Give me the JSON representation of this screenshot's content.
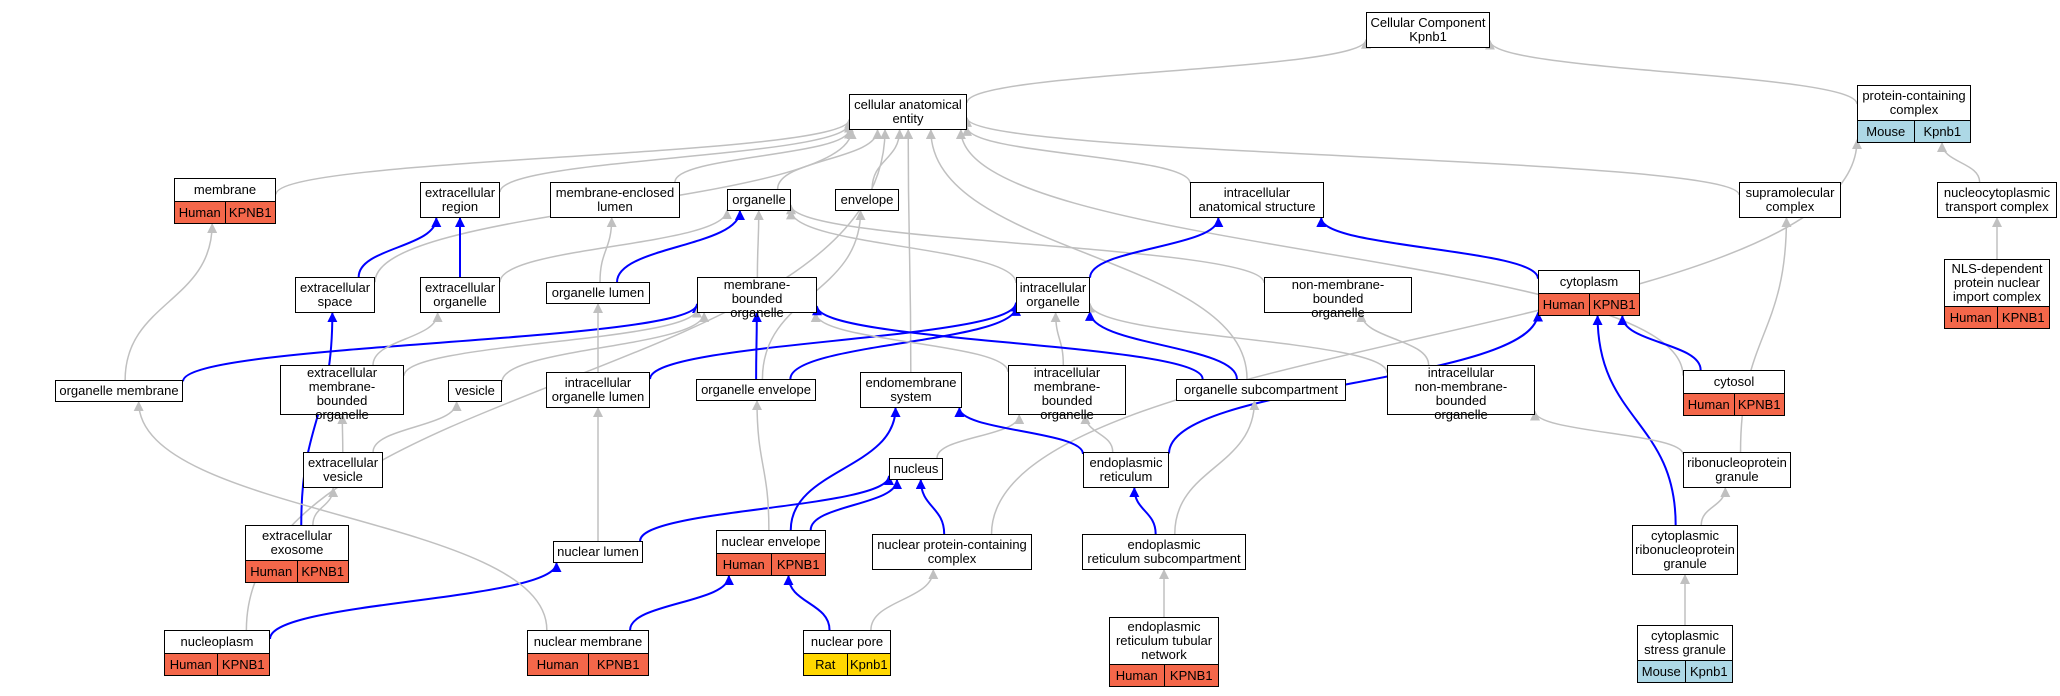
{
  "colors": {
    "is_a_edge": "#c0c0c0",
    "part_of_edge": "#0000ff",
    "human": "#f4674a",
    "mouse": "#add8e6",
    "rat": "#ffd700"
  },
  "nodes": [
    {
      "id": "root",
      "label": "Cellular Component\nKpnb1"
    },
    {
      "id": "cae",
      "label": "cellular anatomical\nentity"
    },
    {
      "id": "pcc",
      "label": "protein-containing\ncomplex",
      "ann": {
        "species": "Mouse",
        "gene": "Kpnb1"
      }
    },
    {
      "id": "membrane",
      "label": "membrane",
      "ann": {
        "species": "Human",
        "gene": "KPNB1"
      }
    },
    {
      "id": "extreg",
      "label": "extracellular\nregion"
    },
    {
      "id": "mel",
      "label": "membrane-enclosed\nlumen"
    },
    {
      "id": "organelle",
      "label": "organelle"
    },
    {
      "id": "envelope",
      "label": "envelope"
    },
    {
      "id": "ias",
      "label": "intracellular\nanatomical structure"
    },
    {
      "id": "supra",
      "label": "supramolecular\ncomplex"
    },
    {
      "id": "ncytc",
      "label": "nucleocytoplasmic\ntransport complex"
    },
    {
      "id": "extspace",
      "label": "extracellular\nspace"
    },
    {
      "id": "extorg",
      "label": "extracellular\norganelle"
    },
    {
      "id": "orglumen",
      "label": "organelle lumen"
    },
    {
      "id": "mbo",
      "label": "membrane-bounded\norganelle"
    },
    {
      "id": "intorg",
      "label": "intracellular\norganelle"
    },
    {
      "id": "nmbo",
      "label": "non-membrane-bounded\norganelle"
    },
    {
      "id": "cytoplasm",
      "label": "cytoplasm",
      "ann": {
        "species": "Human",
        "gene": "KPNB1"
      }
    },
    {
      "id": "nls",
      "label": "NLS-dependent\nprotein nuclear\nimport complex",
      "ann": {
        "species": "Human",
        "gene": "KPNB1"
      }
    },
    {
      "id": "orgmem",
      "label": "organelle membrane"
    },
    {
      "id": "embo",
      "label": "extracellular\nmembrane-bounded\norganelle"
    },
    {
      "id": "vesicle",
      "label": "vesicle"
    },
    {
      "id": "iol",
      "label": "intracellular\norganelle lumen"
    },
    {
      "id": "orgenv",
      "label": "organelle envelope"
    },
    {
      "id": "endosys",
      "label": "endomembrane\nsystem"
    },
    {
      "id": "imbo",
      "label": "intracellular\nmembrane-bounded\norganelle"
    },
    {
      "id": "orgsub",
      "label": "organelle subcompartment"
    },
    {
      "id": "inmbo",
      "label": "intracellular\nnon-membrane-bounded\norganelle"
    },
    {
      "id": "cytosol",
      "label": "cytosol",
      "ann": {
        "species": "Human",
        "gene": "KPNB1"
      }
    },
    {
      "id": "extves",
      "label": "extracellular\nvesicle"
    },
    {
      "id": "nucleus",
      "label": "nucleus"
    },
    {
      "id": "er",
      "label": "endoplasmic\nreticulum"
    },
    {
      "id": "rnpg",
      "label": "ribonucleoprotein\ngranule"
    },
    {
      "id": "exosome",
      "label": "extracellular\nexosome",
      "ann": {
        "species": "Human",
        "gene": "KPNB1"
      }
    },
    {
      "id": "nuclumen",
      "label": "nuclear lumen"
    },
    {
      "id": "nucenv",
      "label": "nuclear envelope",
      "ann": {
        "species": "Human",
        "gene": "KPNB1"
      }
    },
    {
      "id": "npcc",
      "label": "nuclear protein-containing\ncomplex"
    },
    {
      "id": "ersub",
      "label": "endoplasmic\nreticulum subcompartment"
    },
    {
      "id": "crnpg",
      "label": "cytoplasmic\nribonucleoprotein\ngranule"
    },
    {
      "id": "nucleoplasm",
      "label": "nucleoplasm",
      "ann": {
        "species": "Human",
        "gene": "KPNB1"
      }
    },
    {
      "id": "nucmem",
      "label": "nuclear membrane",
      "ann": {
        "species": "Human",
        "gene": "KPNB1"
      }
    },
    {
      "id": "nucpore",
      "label": "nuclear pore",
      "ann": {
        "species": "Rat",
        "gene": "Kpnb1"
      }
    },
    {
      "id": "ertub",
      "label": "endoplasmic\nreticulum tubular\nnetwork",
      "ann": {
        "species": "Human",
        "gene": "KPNB1"
      }
    },
    {
      "id": "stress",
      "label": "cytoplasmic\nstress granule",
      "ann": {
        "species": "Mouse",
        "gene": "Kpnb1"
      }
    }
  ],
  "edges": [
    {
      "from": "cae",
      "to": "root",
      "type": "is_a"
    },
    {
      "from": "pcc",
      "to": "root",
      "type": "is_a"
    },
    {
      "from": "membrane",
      "to": "cae",
      "type": "is_a"
    },
    {
      "from": "extreg",
      "to": "cae",
      "type": "is_a"
    },
    {
      "from": "mel",
      "to": "cae",
      "type": "is_a"
    },
    {
      "from": "organelle",
      "to": "cae",
      "type": "is_a"
    },
    {
      "from": "envelope",
      "to": "cae",
      "type": "is_a"
    },
    {
      "from": "ias",
      "to": "cae",
      "type": "is_a"
    },
    {
      "from": "supra",
      "to": "cae",
      "type": "is_a"
    },
    {
      "from": "extspace",
      "to": "cae",
      "type": "is_a"
    },
    {
      "from": "endosys",
      "to": "cae",
      "type": "is_a"
    },
    {
      "from": "orgsub",
      "to": "cae",
      "type": "is_a"
    },
    {
      "from": "cytosol",
      "to": "cae",
      "type": "is_a"
    },
    {
      "from": "nucleoplasm",
      "to": "cae",
      "type": "is_a"
    },
    {
      "from": "ncytc",
      "to": "pcc",
      "type": "is_a"
    },
    {
      "from": "npcc",
      "to": "pcc",
      "type": "is_a"
    },
    {
      "from": "nls",
      "to": "ncytc",
      "type": "is_a"
    },
    {
      "from": "extspace",
      "to": "extreg",
      "type": "part_of"
    },
    {
      "from": "extorg",
      "to": "extreg",
      "type": "part_of"
    },
    {
      "from": "extorg",
      "to": "organelle",
      "type": "is_a"
    },
    {
      "from": "orglumen",
      "to": "mel",
      "type": "is_a"
    },
    {
      "from": "orglumen",
      "to": "organelle",
      "type": "part_of"
    },
    {
      "from": "mbo",
      "to": "organelle",
      "type": "is_a"
    },
    {
      "from": "intorg",
      "to": "organelle",
      "type": "is_a"
    },
    {
      "from": "nmbo",
      "to": "organelle",
      "type": "is_a"
    },
    {
      "from": "intorg",
      "to": "ias",
      "type": "part_of"
    },
    {
      "from": "cytoplasm",
      "to": "ias",
      "type": "part_of"
    },
    {
      "from": "orgmem",
      "to": "membrane",
      "type": "is_a"
    },
    {
      "from": "orgmem",
      "to": "mbo",
      "type": "part_of"
    },
    {
      "from": "embo",
      "to": "mbo",
      "type": "is_a"
    },
    {
      "from": "embo",
      "to": "extorg",
      "type": "is_a"
    },
    {
      "from": "vesicle",
      "to": "mbo",
      "type": "is_a"
    },
    {
      "from": "iol",
      "to": "orglumen",
      "type": "is_a"
    },
    {
      "from": "iol",
      "to": "intorg",
      "type": "part_of"
    },
    {
      "from": "orgenv",
      "to": "envelope",
      "type": "is_a"
    },
    {
      "from": "orgenv",
      "to": "mbo",
      "type": "part_of"
    },
    {
      "from": "orgenv",
      "to": "intorg",
      "type": "part_of"
    },
    {
      "from": "imbo",
      "to": "mbo",
      "type": "is_a"
    },
    {
      "from": "imbo",
      "to": "intorg",
      "type": "is_a"
    },
    {
      "from": "orgsub",
      "to": "mbo",
      "type": "part_of"
    },
    {
      "from": "orgsub",
      "to": "intorg",
      "type": "part_of"
    },
    {
      "from": "inmbo",
      "to": "intorg",
      "type": "is_a"
    },
    {
      "from": "inmbo",
      "to": "nmbo",
      "type": "is_a"
    },
    {
      "from": "cytosol",
      "to": "cytoplasm",
      "type": "part_of"
    },
    {
      "from": "crnpg",
      "to": "cytoplasm",
      "type": "part_of"
    },
    {
      "from": "er",
      "to": "cytoplasm",
      "type": "part_of"
    },
    {
      "from": "extves",
      "to": "embo",
      "type": "is_a"
    },
    {
      "from": "extves",
      "to": "vesicle",
      "type": "is_a"
    },
    {
      "from": "exosome",
      "to": "extves",
      "type": "is_a"
    },
    {
      "from": "exosome",
      "to": "extspace",
      "type": "part_of"
    },
    {
      "from": "nucleus",
      "to": "imbo",
      "type": "is_a"
    },
    {
      "from": "er",
      "to": "imbo",
      "type": "is_a"
    },
    {
      "from": "er",
      "to": "endosys",
      "type": "part_of"
    },
    {
      "from": "rnpg",
      "to": "supra",
      "type": "is_a"
    },
    {
      "from": "rnpg",
      "to": "inmbo",
      "type": "is_a"
    },
    {
      "from": "nuclumen",
      "to": "iol",
      "type": "is_a"
    },
    {
      "from": "nuclumen",
      "to": "nucleus",
      "type": "part_of"
    },
    {
      "from": "nucenv",
      "to": "orgenv",
      "type": "is_a"
    },
    {
      "from": "nucenv",
      "to": "endosys",
      "type": "part_of"
    },
    {
      "from": "nucenv",
      "to": "nucleus",
      "type": "part_of"
    },
    {
      "from": "npcc",
      "to": "nucleus",
      "type": "part_of"
    },
    {
      "from": "ersub",
      "to": "orgsub",
      "type": "is_a"
    },
    {
      "from": "ersub",
      "to": "er",
      "type": "part_of"
    },
    {
      "from": "crnpg",
      "to": "rnpg",
      "type": "is_a"
    },
    {
      "from": "nucleoplasm",
      "to": "nuclumen",
      "type": "part_of"
    },
    {
      "from": "nucmem",
      "to": "orgmem",
      "type": "is_a"
    },
    {
      "from": "nucmem",
      "to": "nucenv",
      "type": "part_of"
    },
    {
      "from": "nucpore",
      "to": "nucenv",
      "type": "part_of"
    },
    {
      "from": "nucpore",
      "to": "npcc",
      "type": "is_a"
    },
    {
      "from": "ertub",
      "to": "ersub",
      "type": "is_a"
    },
    {
      "from": "stress",
      "to": "crnpg",
      "type": "is_a"
    }
  ]
}
